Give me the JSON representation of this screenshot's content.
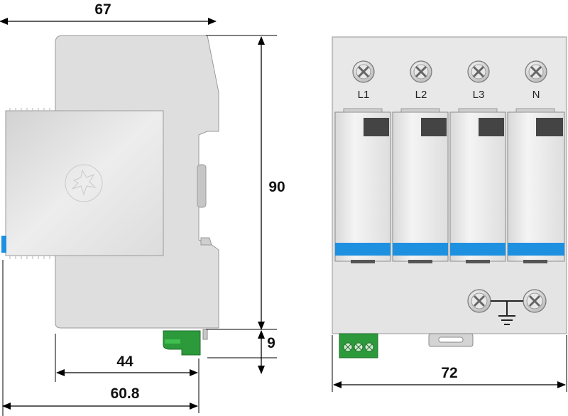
{
  "dimensions": {
    "width_side": "67",
    "height": "90",
    "rail_offset": "9",
    "depth_front": "44",
    "depth_total": "60.8",
    "width_front": "72"
  },
  "terminals": {
    "phase_labels": [
      "L1",
      "L2",
      "L3",
      "N"
    ],
    "ground_icon": "ground-symbol-icon"
  },
  "colors": {
    "housing": "#dcdcdc",
    "module": "#ececec",
    "indicator_blue": "#1e90e0",
    "window": "#444444",
    "connector_green": "#2c9a3a",
    "line": "#000000"
  }
}
